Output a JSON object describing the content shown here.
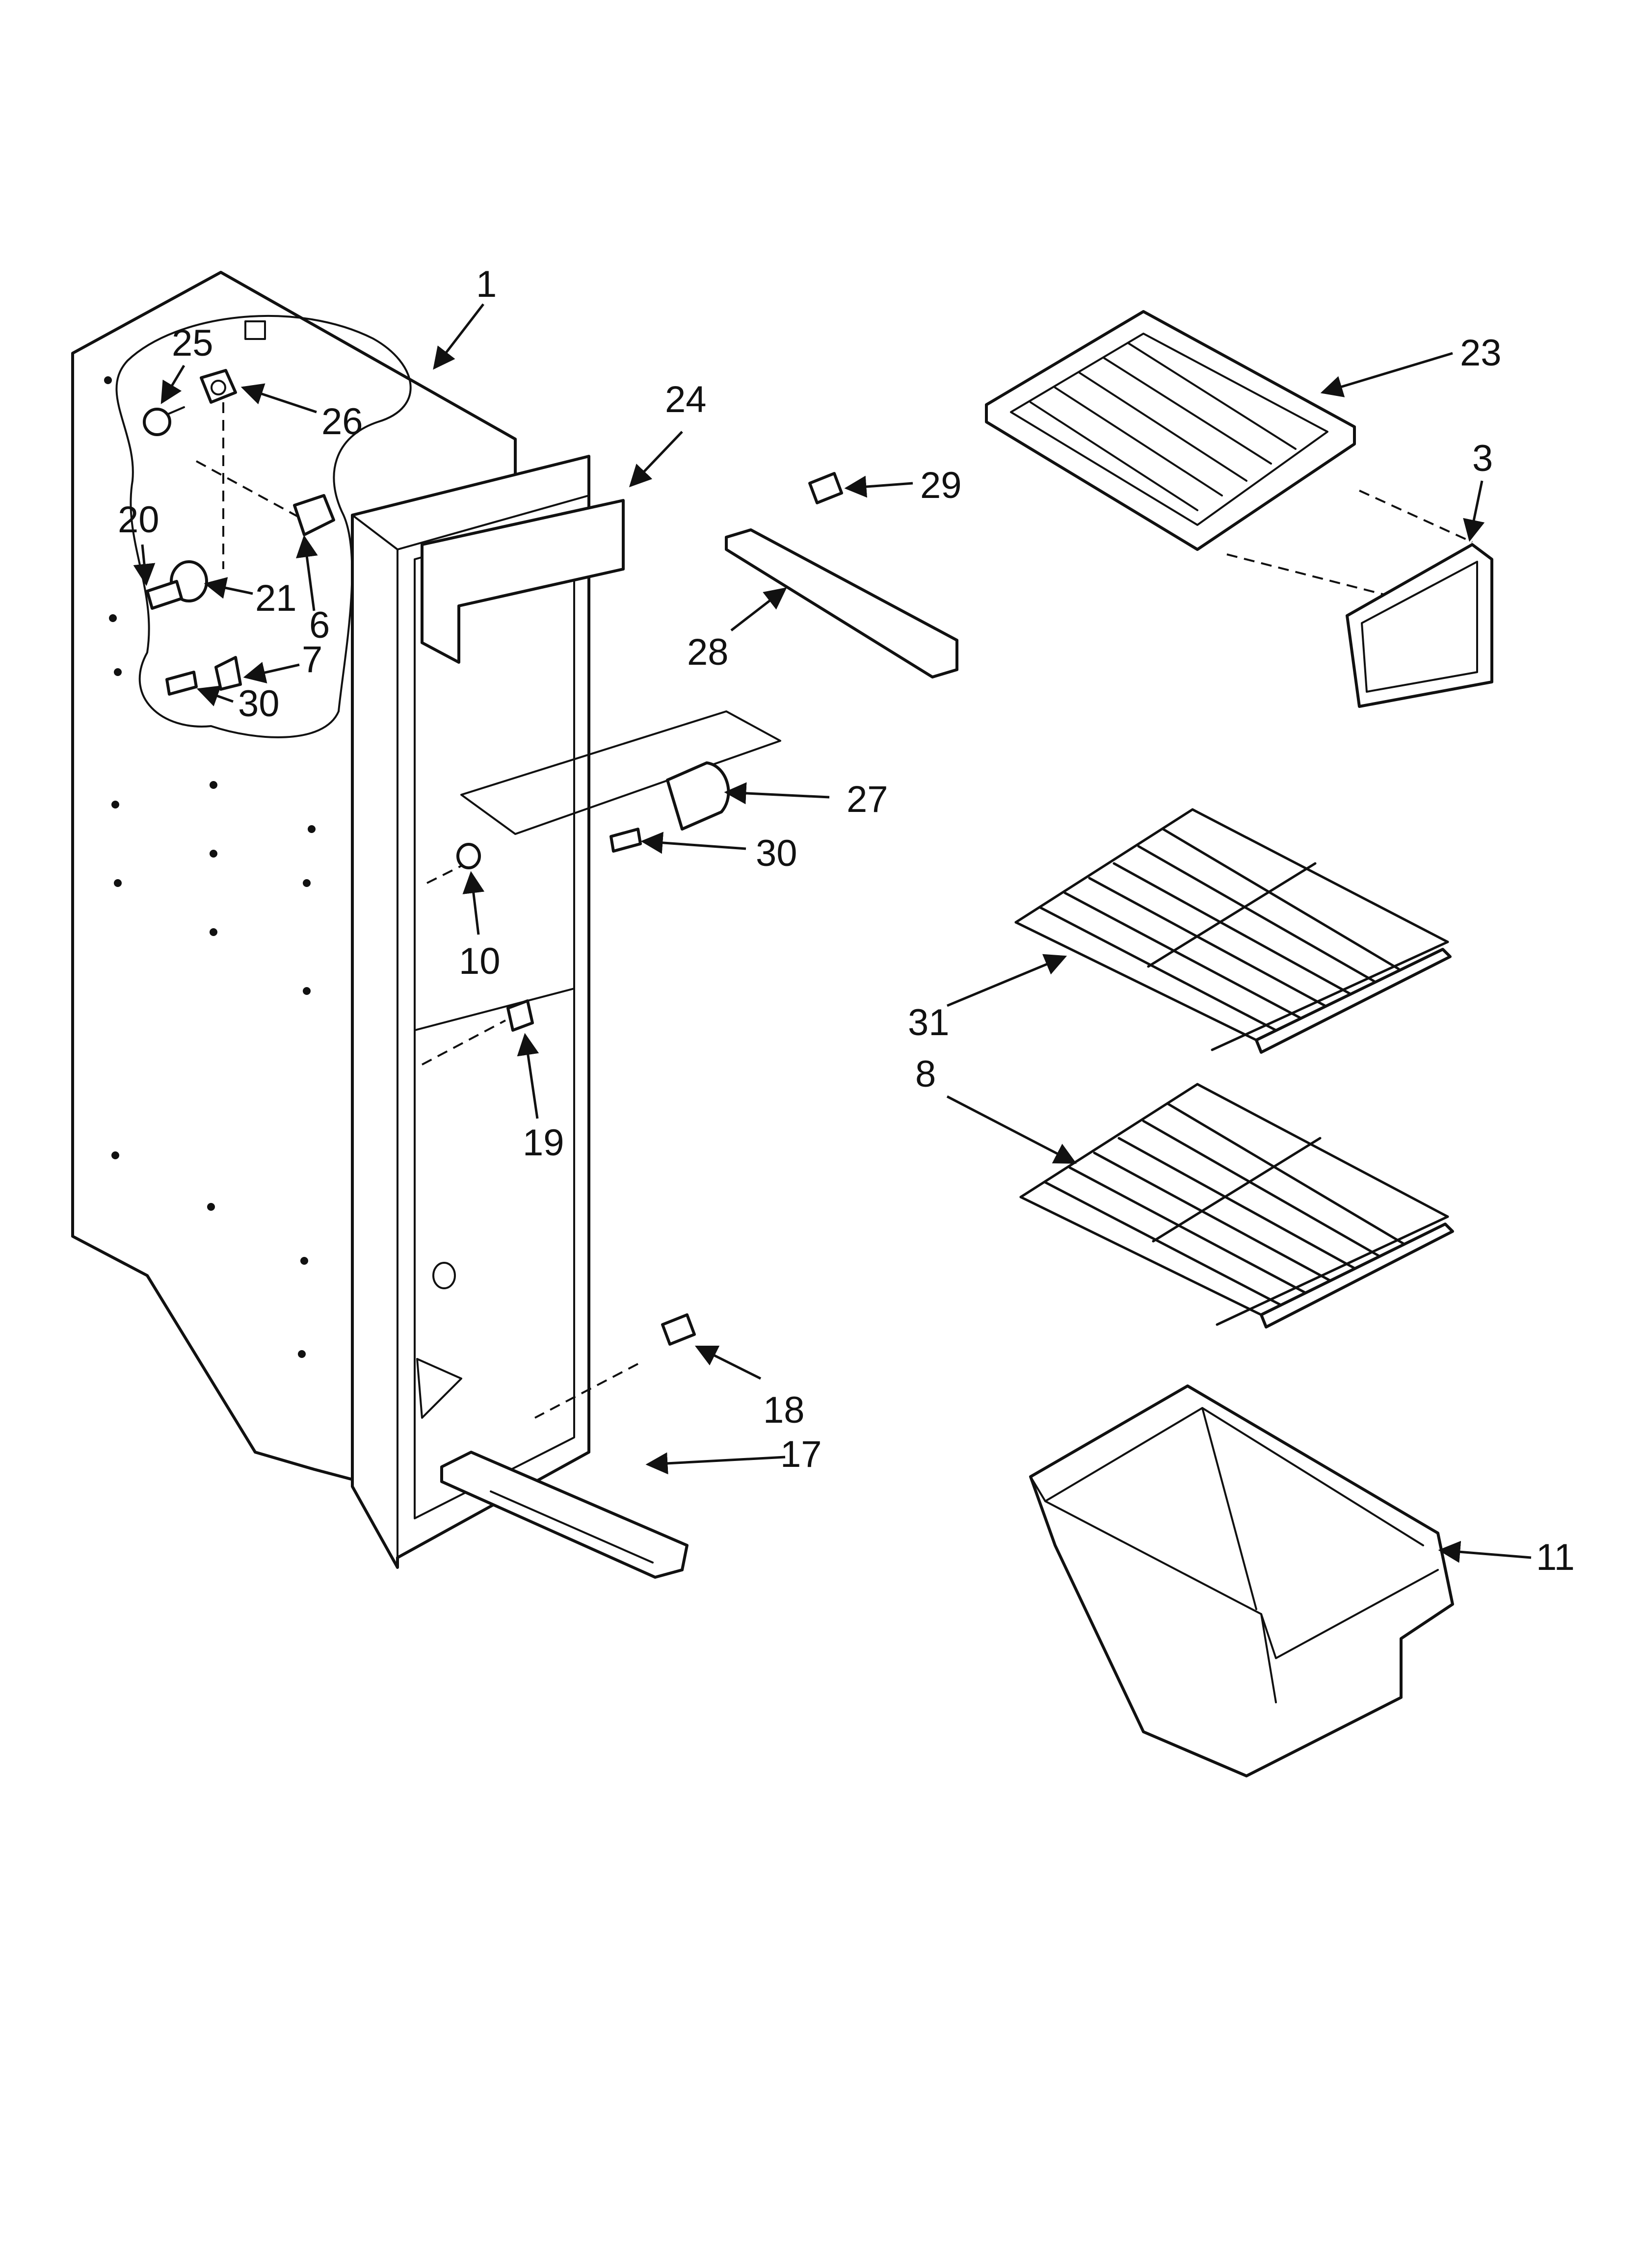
{
  "callouts": [
    {
      "id": "c1",
      "text": "1"
    },
    {
      "id": "c25",
      "text": "25"
    },
    {
      "id": "c26",
      "text": "26"
    },
    {
      "id": "c24",
      "text": "24"
    },
    {
      "id": "c20",
      "text": "20"
    },
    {
      "id": "c21",
      "text": "21"
    },
    {
      "id": "c6",
      "text": "6"
    },
    {
      "id": "c7",
      "text": "7"
    },
    {
      "id": "c30a",
      "text": "30"
    },
    {
      "id": "c29",
      "text": "29"
    },
    {
      "id": "c28",
      "text": "28"
    },
    {
      "id": "c27",
      "text": "27"
    },
    {
      "id": "c30b",
      "text": "30"
    },
    {
      "id": "c10",
      "text": "10"
    },
    {
      "id": "c19",
      "text": "19"
    },
    {
      "id": "c18",
      "text": "18"
    },
    {
      "id": "c17",
      "text": "17"
    },
    {
      "id": "c23",
      "text": "23"
    },
    {
      "id": "c3",
      "text": "3"
    },
    {
      "id": "c31",
      "text": "31"
    },
    {
      "id": "c8",
      "text": "8"
    },
    {
      "id": "c11",
      "text": "11"
    }
  ]
}
